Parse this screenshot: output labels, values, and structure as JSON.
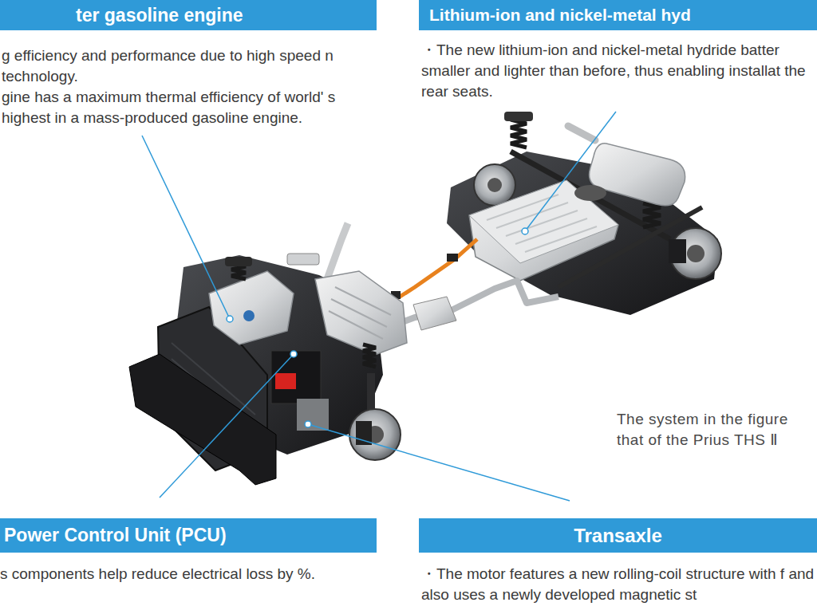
{
  "diagram": {
    "nodes": [
      {
        "text": [
          "ter gasoline engine",
          "g efficiency and performance due to high speed n technology.",
          "gine has a maximum thermal efficiency of world' s highest in a mass-produced gasoline engine."
        ]
      },
      {
        "text": [
          "Lithium-ion and nickel-metal hyd",
          "・The new lithium-ion and nickel-metal hydride batter smaller and lighter than before, thus enabling installat the rear seats."
        ]
      },
      {
        "text": [
          "Power Control Unit (PCU)",
          "s components help reduce electrical loss by %."
        ]
      },
      {
        "text": [
          "Transaxle",
          "・The motor features a new rolling-coil structure with f and also uses a newly developed magnetic st"
        ]
      }
    ],
    "labels": [
      "The system in the figure that of the Prius THS Ⅱ"
    ]
  }
}
